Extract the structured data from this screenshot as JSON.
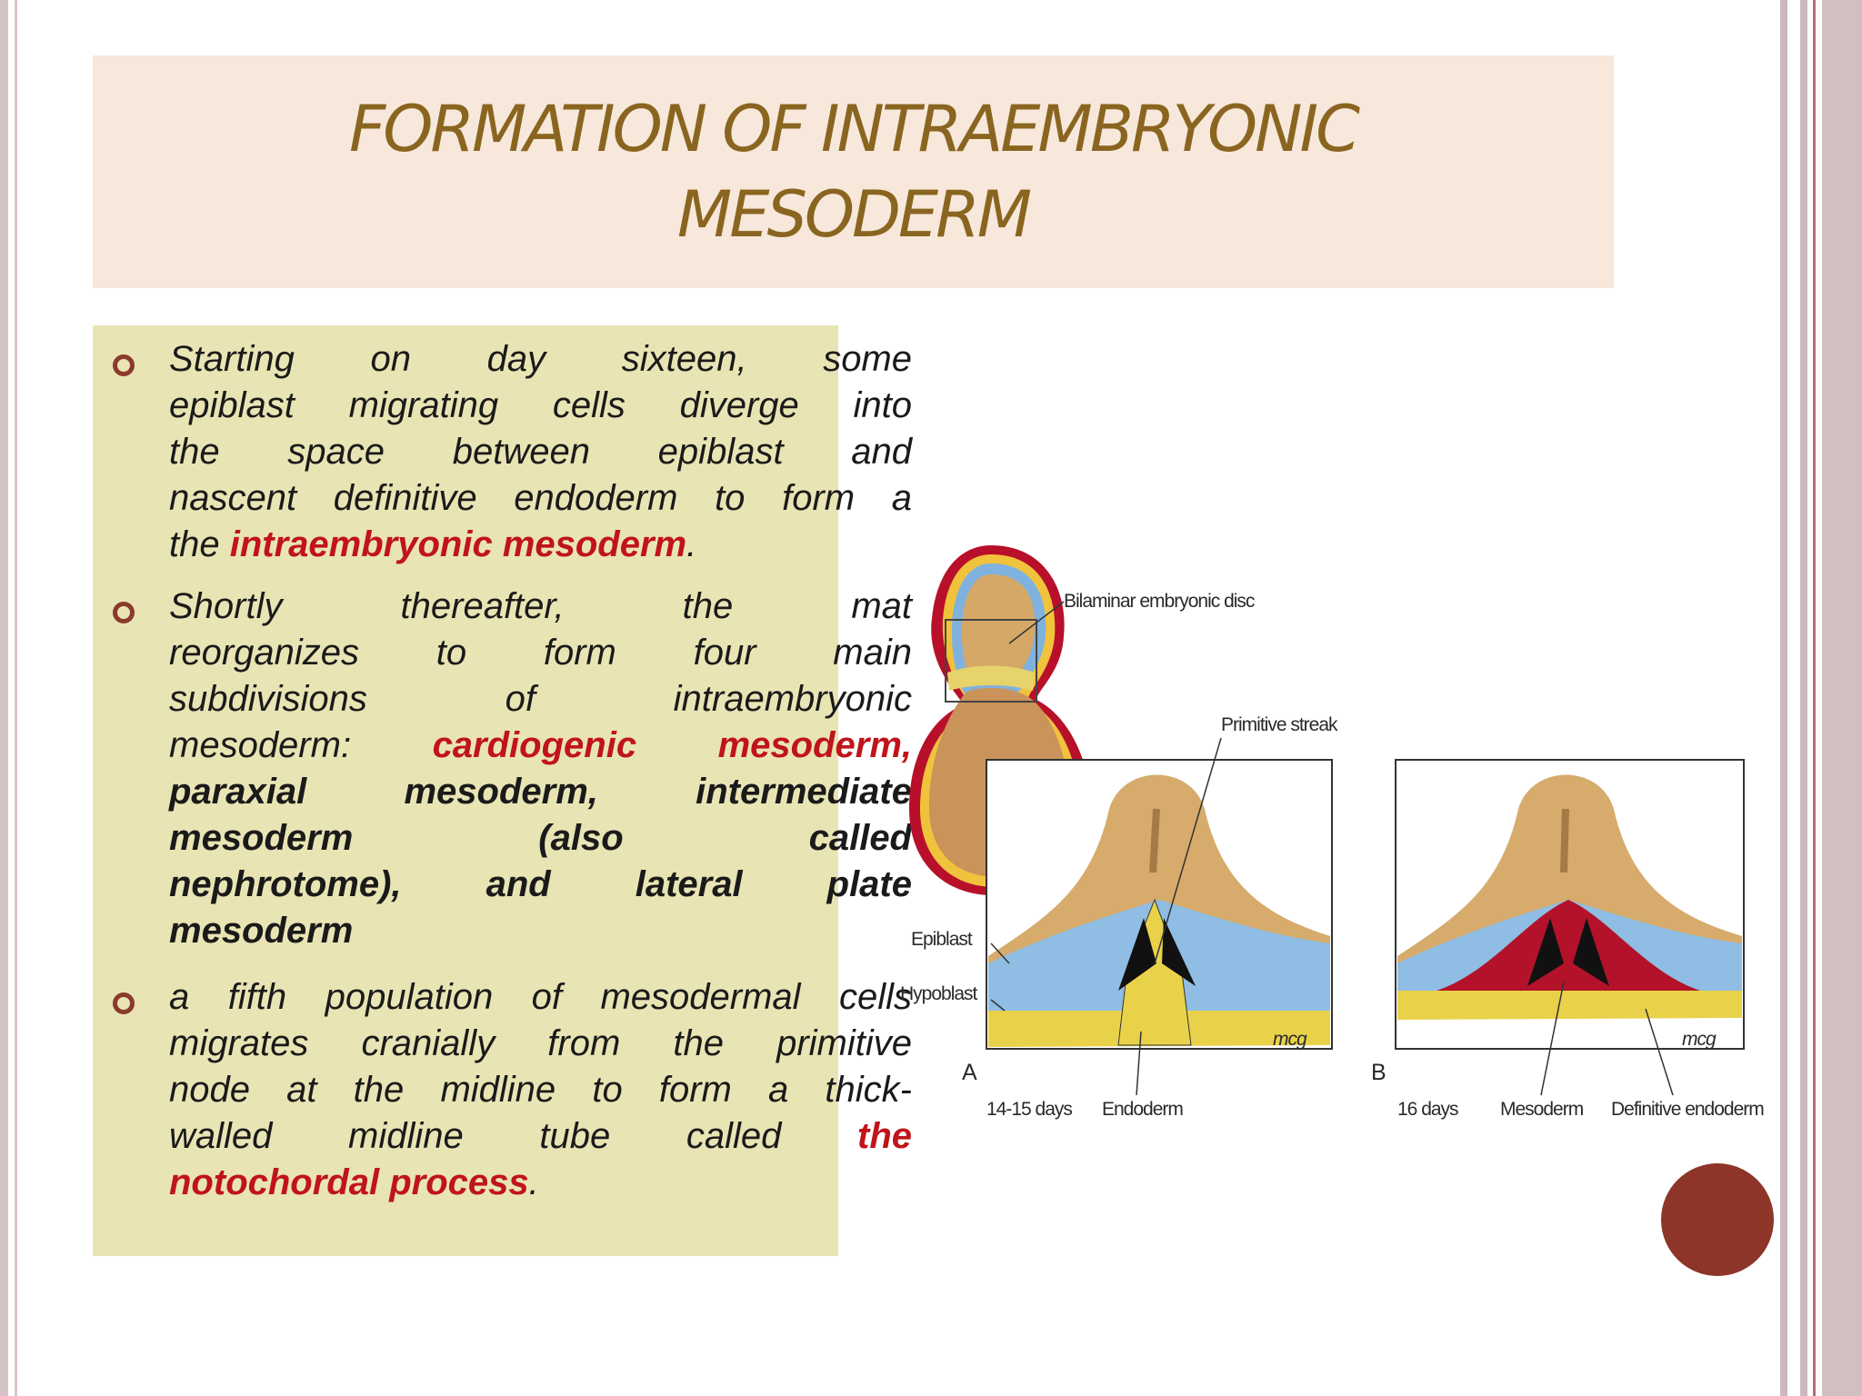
{
  "slide": {
    "title_line1": "FORMATION OF INTRAEMBRYONIC",
    "title_line2": "MESODERM",
    "bullets": [
      {
        "lines": [
          "Starting on day sixteen, some",
          "epiblast migrating cells diverge into",
          "the space between epiblast and",
          "nascent definitive endoderm to form a"
        ],
        "last_plain": "the ",
        "last_red": "intraembryonic mesoderm",
        "last_tail": "."
      },
      {
        "lines": [
          "Shortly thereafter, the mat",
          "reorganizes to form four main",
          "subdivisions of intraembryonic"
        ],
        "mixed_plain": "mesoderm: ",
        "mixed_red": "cardiogenic mesoderm,",
        "red_lines": [
          "paraxial mesoderm, intermediate",
          "mesoderm (also called",
          "nephrotome), and lateral plate"
        ],
        "last_red": "mesoderm"
      },
      {
        "lines": [
          "a fifth population of mesodermal cells",
          "migrates cranially from the primitive",
          "node at the midline to form a thick-"
        ],
        "mixed_plain": "walled midline tube called ",
        "mixed_red": "the",
        "last_red": "notochordal process",
        "last_tail": "."
      }
    ]
  },
  "figure": {
    "labels": {
      "bilaminar": "Bilaminar embryonic disc",
      "streak": "Primitive streak",
      "epiblast": "Epiblast",
      "hypoblast": "Hypoblast",
      "panel_a": "A",
      "panel_b": "B",
      "age_a": "14-15 days",
      "endoderm": "Endoderm",
      "age_b": "16 days",
      "mesoderm": "Mesoderm",
      "def_endoderm": "Definitive endoderm",
      "sig_a": "mcg",
      "sig_b": "mcg"
    }
  }
}
